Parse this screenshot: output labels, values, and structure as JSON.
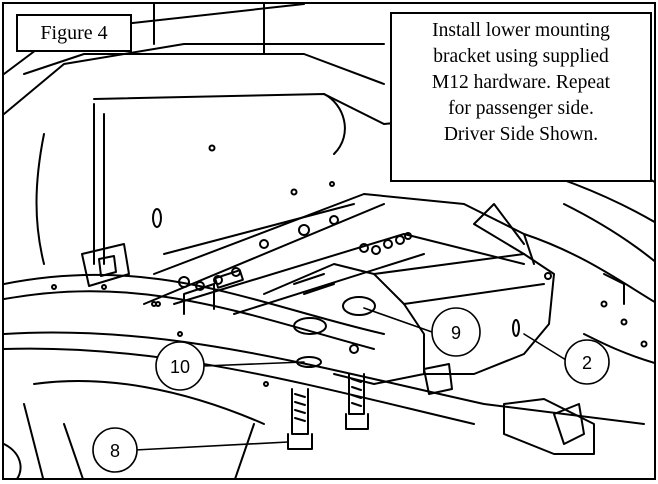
{
  "figure": {
    "label": "Figure 4",
    "instruction_lines": [
      "Install lower mounting",
      "bracket using supplied",
      "M12 hardware. Repeat",
      "for passenger side.",
      "Driver Side Shown."
    ]
  },
  "callouts": [
    {
      "id": "c2",
      "text": "2"
    },
    {
      "id": "c8",
      "text": "8"
    },
    {
      "id": "c9",
      "text": "9"
    },
    {
      "id": "c10",
      "text": "10"
    }
  ],
  "colors": {
    "line": "#000000",
    "background": "#ffffff"
  }
}
